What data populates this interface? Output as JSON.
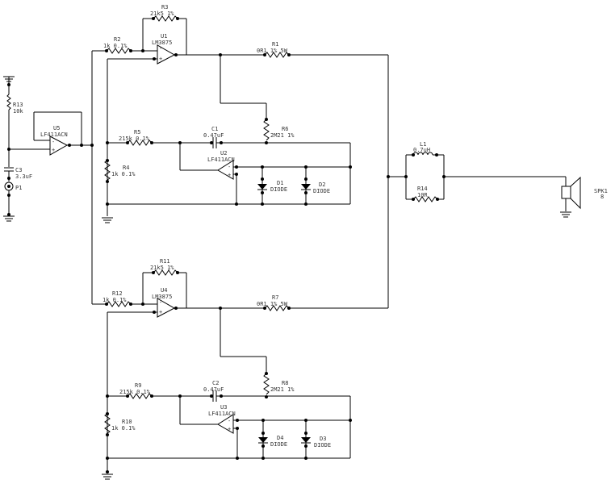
{
  "parts": {
    "r1": {
      "ref": "R1",
      "value": "0R1 1% 5W"
    },
    "r2": {
      "ref": "R2",
      "value": "1k 0.1%"
    },
    "r3": {
      "ref": "R3",
      "value": "21k5 1%"
    },
    "r4": {
      "ref": "R4",
      "value": "1k 0.1%"
    },
    "r5": {
      "ref": "R5",
      "value": "215k 0.1%"
    },
    "r6": {
      "ref": "R6",
      "value": "2M21 1%"
    },
    "r7": {
      "ref": "R7",
      "value": "0R1 1% 5W"
    },
    "r8": {
      "ref": "R8",
      "value": "2M21 1%"
    },
    "r9": {
      "ref": "R9",
      "value": "215k 0.1%"
    },
    "r10": {
      "ref": "R10",
      "value": "1k 0.1%"
    },
    "r11": {
      "ref": "R11",
      "value": "21k5 1%"
    },
    "r12": {
      "ref": "R12",
      "value": "1k 0.1%"
    },
    "r13": {
      "ref": "R13",
      "value": "10k"
    },
    "r14": {
      "ref": "R14",
      "value": "10R"
    },
    "c1": {
      "ref": "C1",
      "value": "0.47uF"
    },
    "c2": {
      "ref": "C2",
      "value": "0.47uF"
    },
    "c3": {
      "ref": "C3",
      "value": "3.3uF"
    },
    "u1": {
      "ref": "U1",
      "value": "LM3875"
    },
    "u2": {
      "ref": "U2",
      "value": "LF411ACN"
    },
    "u3": {
      "ref": "U3",
      "value": "LF411ACN"
    },
    "u4": {
      "ref": "U4",
      "value": "LM3875"
    },
    "u5": {
      "ref": "U5",
      "value": "LF411ACN"
    },
    "d1": {
      "ref": "D1",
      "value": "DIODE"
    },
    "d2": {
      "ref": "D2",
      "value": "DIODE"
    },
    "d3": {
      "ref": "D3",
      "value": "DIODE"
    },
    "d4": {
      "ref": "D4",
      "value": "DIODE"
    },
    "l1": {
      "ref": "L1",
      "value": "0.7uH"
    },
    "p1": {
      "ref": "P1"
    },
    "spk1": {
      "ref": "SPK1",
      "value": "8"
    }
  },
  "pins": {
    "minus": "-",
    "plus": "+"
  }
}
